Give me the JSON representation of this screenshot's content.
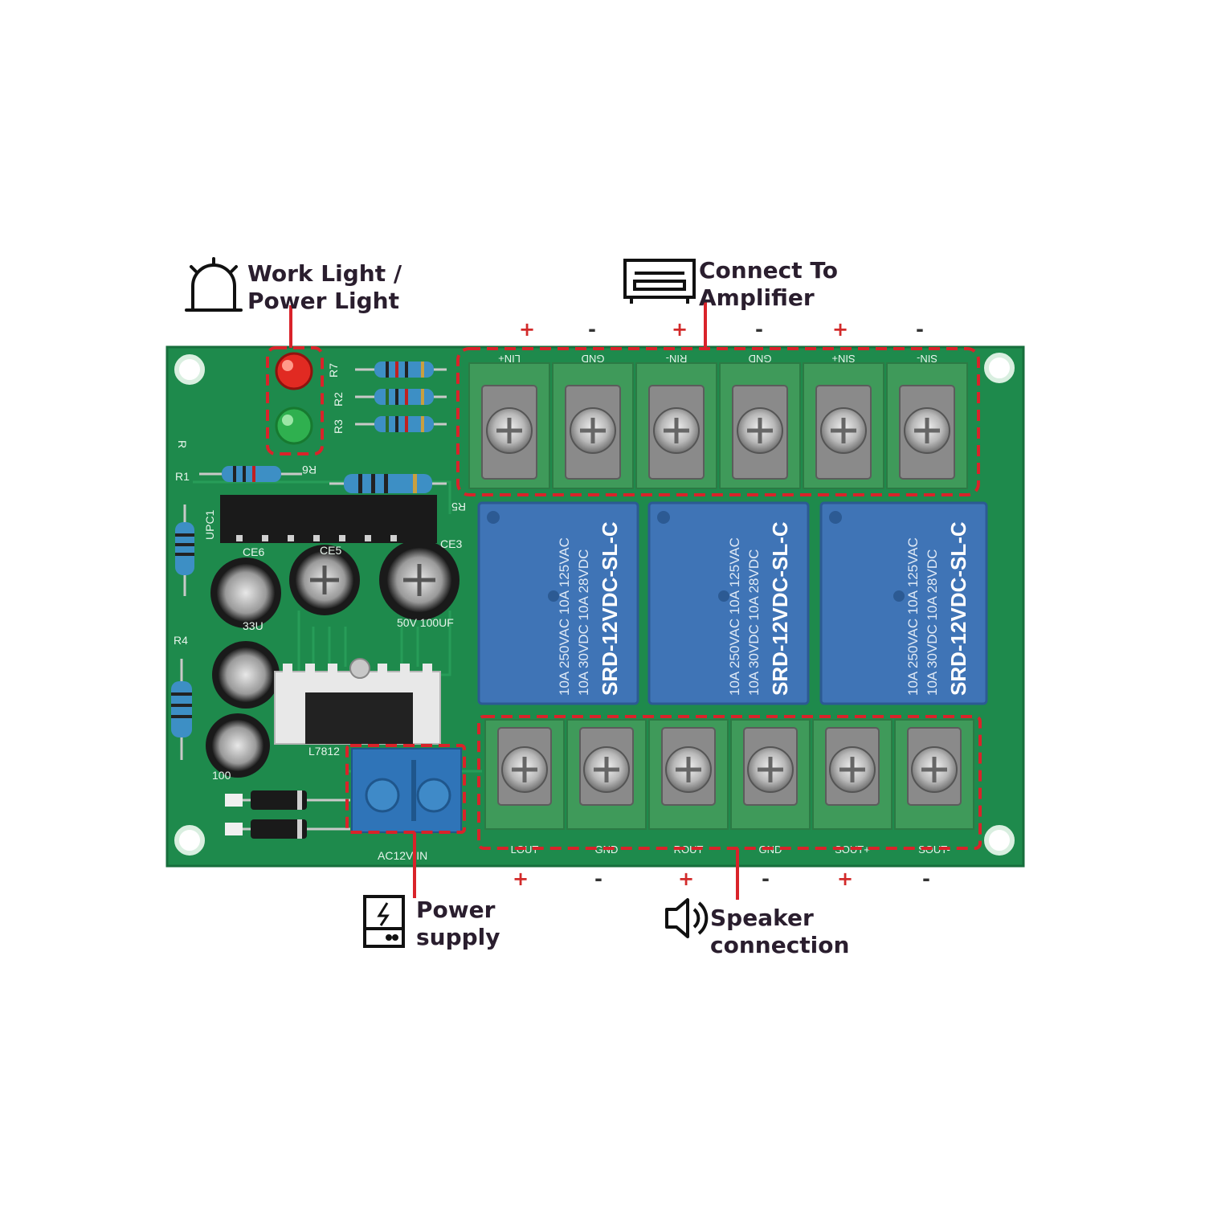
{
  "callouts": {
    "work_light": "Work Light /\nPower Light",
    "amplifier": "Connect To\nAmplifier",
    "power_supply": "Power\nsupply",
    "speaker": "Speaker\nconnection"
  },
  "top_polarity": [
    "+",
    "-",
    "+",
    "-",
    "+",
    "-"
  ],
  "bottom_polarity": [
    "+",
    "-",
    "+",
    "-",
    "+",
    "-"
  ],
  "top_terminal_labels": [
    "LIN+",
    "GND",
    "RIN-",
    "GND",
    "SIN+",
    "SIN-"
  ],
  "bottom_terminal_labels": [
    "LOUT",
    "GND",
    "ROUT",
    "GND",
    "SOUT+",
    "SOUT-"
  ],
  "relay": {
    "model": "SRD-12VDC-SL-C",
    "rating_ac": "10A 250VAC  10A 125VAC",
    "rating_dc": "10A 30VDC  10A 28VDC"
  },
  "silkscreen": {
    "r7": "R7",
    "r2": "R2",
    "r3": "R3",
    "r1": "R1",
    "r6": "R6",
    "r5": "R5",
    "r4": "R4",
    "upc1": "UPC1",
    "ce6": "CE6",
    "ce5": "CE5",
    "ce3": "CE3",
    "cap_33u": "33U",
    "cap_50v": "50V 100UF",
    "cap_100": "100",
    "reg": "L7812",
    "ac_in": "AC12V  IN",
    "r_mark": "R"
  },
  "colors": {
    "pcb": "#1e8a4c",
    "terminal": "#3f9a5a",
    "relay": "#3f74b6",
    "dash": "#d9232a",
    "blue_terminal": "#2f74b8"
  }
}
